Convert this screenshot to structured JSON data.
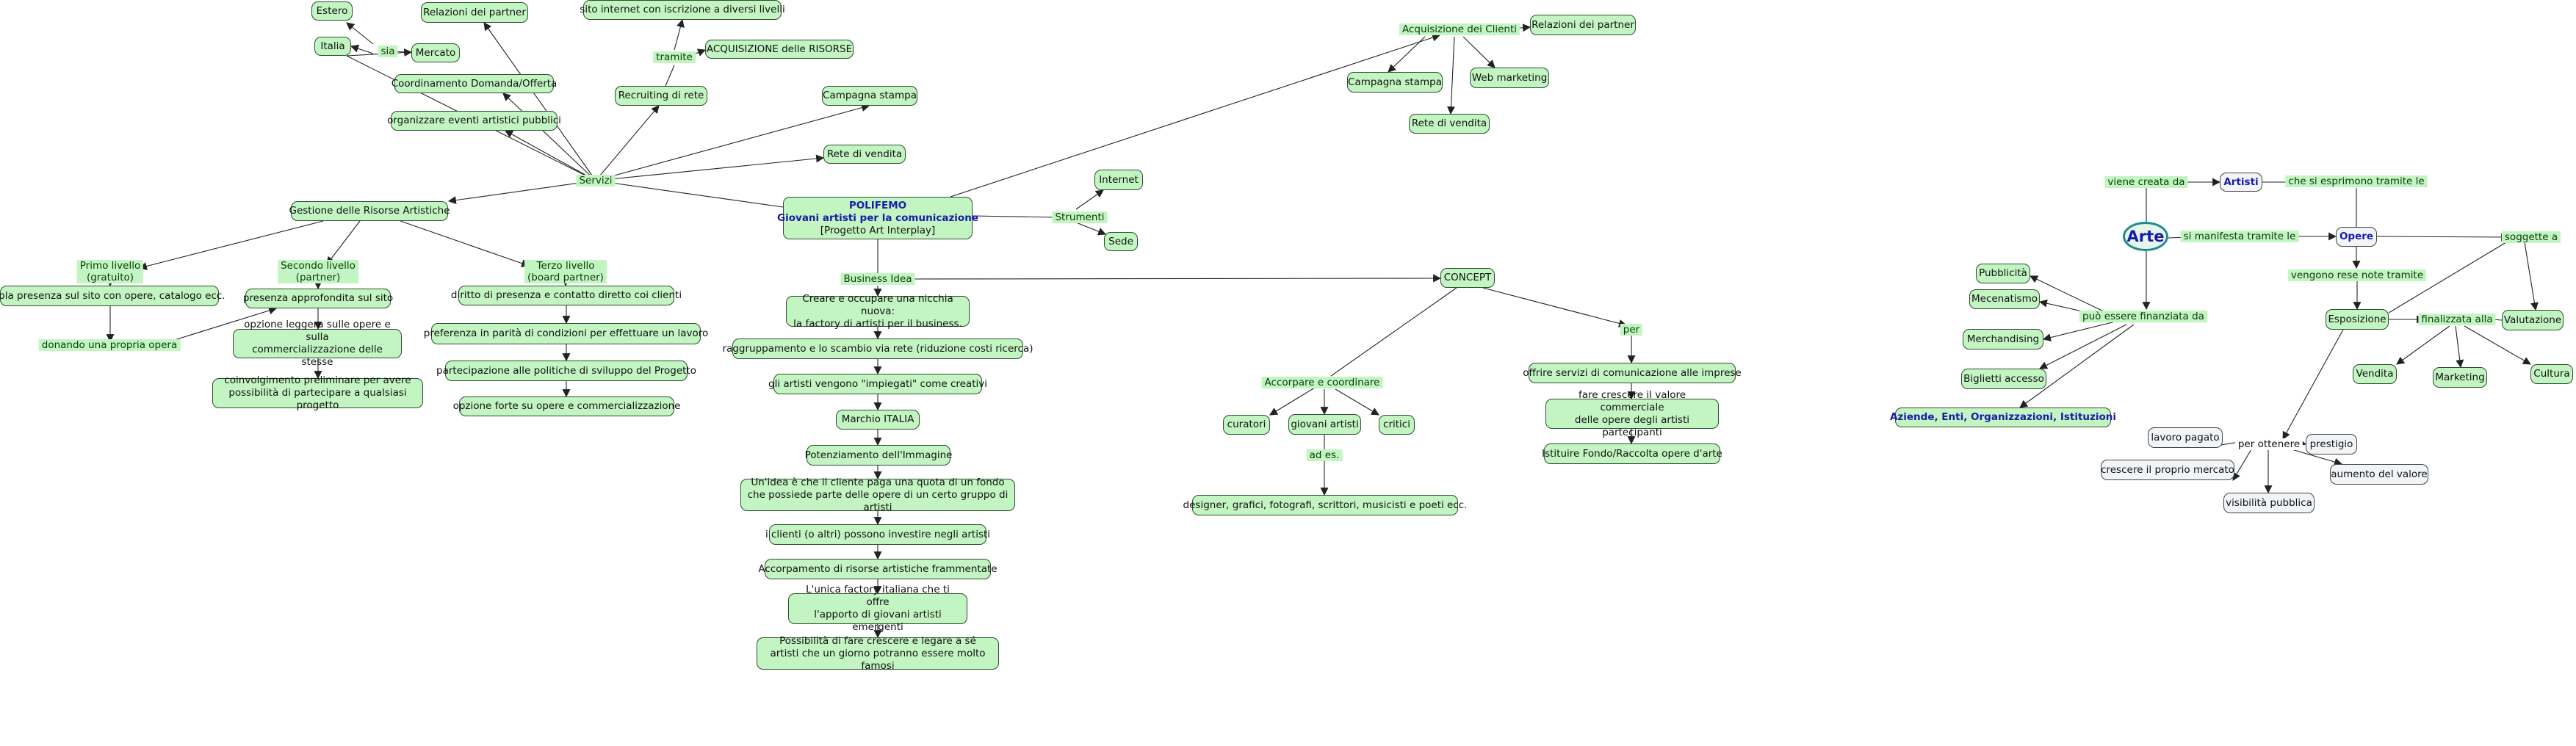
{
  "map_left": {
    "center": {
      "title": "POLIFEMO",
      "subtitle": "Giovani artisti per la comunicazione",
      "project": "[Progetto Art Interplay]"
    },
    "links": {
      "servizi": "Servizi",
      "sia": "sia",
      "tramite": "tramite",
      "strumenti": "Strumenti",
      "business_idea": "Business Idea",
      "accorpare": "Accorpare e coordinare",
      "ad_es": "ad es.",
      "per": "per",
      "primo": "Primo livello\n(gratuito)",
      "secondo": "Secondo livello\n(partner)",
      "terzo": "Terzo livello\n(board partner)",
      "donando": "donando una propria opera",
      "acquisizione_clienti": "Acquisizione dei Clienti"
    },
    "nodes": {
      "estero": "Estero",
      "italia": "Italia",
      "mercato": "Mercato",
      "relazioni_partner": "Relazioni dei partner",
      "coordinamento": "Coordinamento Domanda/Offerta",
      "eventi": "organizzare eventi artistici pubblici",
      "sito_internet": "sito internet con iscrizione a diversi livelli",
      "acquisizione_risorse": "ACQUISIZIONE delle RISORSE",
      "recruiting": "Recruiting di rete",
      "campagna_stampa": "Campagna stampa",
      "rete_vendita": "Rete di vendita",
      "gestione": "Gestione delle Risorse Artistiche",
      "internet": "Internet",
      "sede": "Sede",
      "sola_presenza": "sola presenza sul sito con opere, catalogo ecc.",
      "presenza_approfondita": "presenza approfondita sul sito",
      "opzione_leggera": "opzione leggera sulle opere e sulla\ncommercializzazione delle stesse",
      "coinvolgimento": "coinvolgimento preliminare per avere\npossibilità di partecipare a qualsiasi progetto",
      "diritto": "diritto di presenza e contatto diretto coi clienti",
      "preferenza": "preferenza in parità di condizioni  per effettuare un lavoro",
      "partecipazione": "partecipazione alle politiche di sviluppo del Progetto",
      "opzione_forte": "opzione forte su opere e commercializzazione",
      "nicchia": "Creare e occupare una nicchia nuova:\nla factory di artisti per il business.",
      "raggruppamento": "raggruppamento e lo scambio via rete (riduzione costi ricerca)",
      "impiegati": "gli artisti vengono \"impiegati\" come creativi",
      "marchio": "Marchio ITALIA",
      "potenziamento": "Potenziamento dell'Immagine",
      "idea_fondo": "Un'idea è che il cliente paga una quota di un fondo\nche possiede parte delle opere di un certo gruppo di artisti",
      "clienti_investire": "i clienti (o altri) possono investire negli artisti",
      "accorpamento": "Accorpamento di risorse artistiche frammentate",
      "unica_factory": "L'unica factory italiana che ti offre\nl'apporto di giovani artisti emergenti",
      "possibilita": "Possibilità di fare crescere e legare a sé\nartisti che un giorno potranno essere molto famosi",
      "concept": "CONCEPT",
      "curatori": "curatori",
      "giovani_artisti": "giovani artisti",
      "critici": "critici",
      "designer": "designer, grafici, fotografi, scrittori, musicisti e poeti ecc.",
      "offrire": "offrire servizi di comunicazione alle imprese",
      "fare_crescere": "fare crescere il valore commerciale\ndelle opere degli artisti partecipanti",
      "istituire": "Istituire Fondo/Raccolta opere d'arte",
      "relazioni_partner_2": "Relazioni dei partner",
      "campagna_stampa_2": "Campagna stampa",
      "web_marketing": "Web marketing",
      "rete_vendita_2": "Rete di vendita"
    }
  },
  "map_right": {
    "root": "Arte",
    "links": {
      "viene_creata": "viene creata da",
      "si_esprimono": "che si esprimono tramite le",
      "si_manifesta": "si manifesta tramite le",
      "soggette": "soggette a",
      "vengono_rese": "vengono rese note tramite",
      "finanziata": "può essere finanziata  da",
      "finalizzata": "finalizzata alla",
      "per_ottenere": "per ottenere"
    },
    "nodes": {
      "artisti": "Artisti",
      "opere": "Opere",
      "pubblicita": "Pubblicità",
      "mecenatismo": "Mecenatismo",
      "merchandising": "Merchandising",
      "biglietti": "Biglietti accesso",
      "aziende": "Aziende, Enti, Organizzazioni, Istituzioni",
      "esposizione": "Esposizione",
      "valutazione": "Valutazione",
      "vendita": "Vendita",
      "marketing": "Marketing",
      "cultura": "Cultura",
      "lavoro_pagato": "lavoro pagato",
      "prestigio": "prestigio",
      "crescere_mercato": "crescere il proprio mercato",
      "aumento_valore": "aumento del valore",
      "visibilita": "visibilità pubblica"
    }
  },
  "colors": {
    "node_fill": "#c2f5c2",
    "node_border": "#2e4d2e",
    "grey_fill": "#f2f5f8",
    "root_border": "#1c8c8c",
    "emphasis_text": "#1a1aa8",
    "edge": "#222222"
  }
}
